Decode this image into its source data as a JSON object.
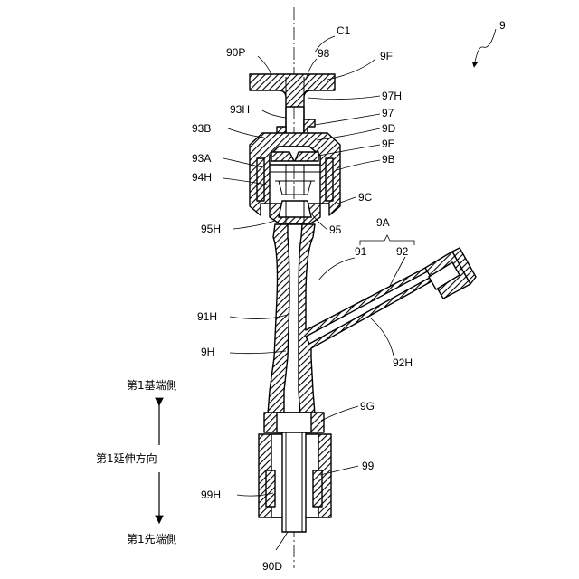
{
  "figure": {
    "labels": {
      "main": "9",
      "c1": "C1",
      "l90P": "90P",
      "l98": "98",
      "l9F": "9F",
      "l97H": "97H",
      "l93H": "93H",
      "l97": "97",
      "l93B": "93B",
      "l9D": "9D",
      "l9E": "9E",
      "l93A": "93A",
      "l9B": "9B",
      "l94H": "94H",
      "l9C": "9C",
      "l95H": "95H",
      "l95": "95",
      "l9A": "9A",
      "l91": "91",
      "l92": "92",
      "l91H": "91H",
      "l9H": "9H",
      "l92H": "92H",
      "l9G": "9G",
      "l99": "99",
      "l99H": "99H",
      "l90D": "90D"
    },
    "direction": {
      "proximal": "第1基端側",
      "extension": "第1延伸方向",
      "distal": "第1先端側"
    }
  }
}
